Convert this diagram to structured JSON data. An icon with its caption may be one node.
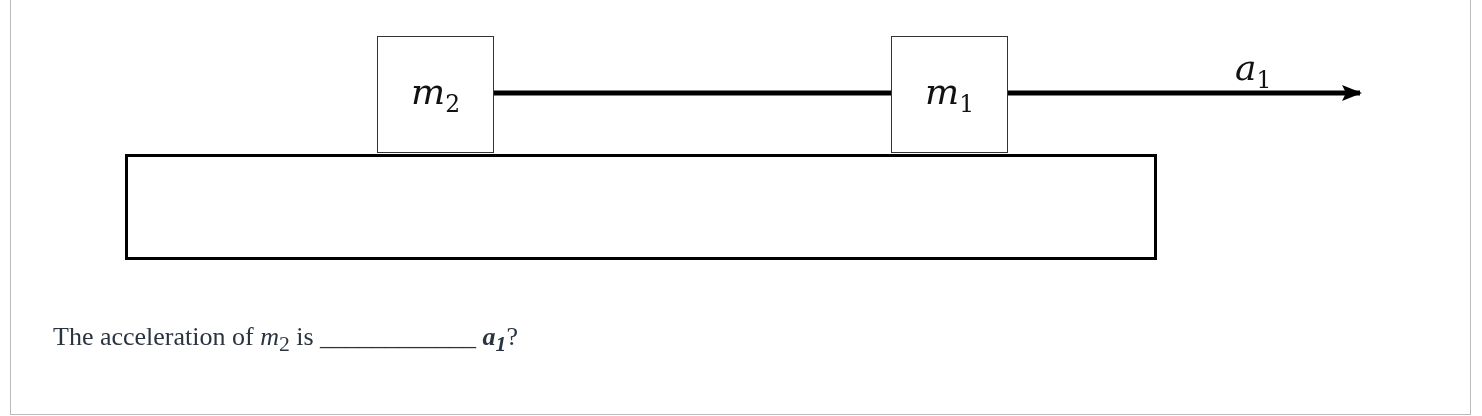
{
  "diagram": {
    "nodes": [
      {
        "text": [
          "*m*$_{2}$"
        ]
      },
      {
        "text": [
          "*m*$_{1}$"
        ]
      },
      {
        "text": [],
        "shape": "box"
      }
    ],
    "edges": [
      {
        "from": 0,
        "to": 1,
        "arrow": "none"
      },
      {
        "from": 1,
        "to": null,
        "arrow": "to",
        "label": "*a*$_{1}$"
      }
    ],
    "labels": [
      "The acceleration of *m*$_{2}$ is ____________ **a$_{1}$**?"
    ]
  }
}
